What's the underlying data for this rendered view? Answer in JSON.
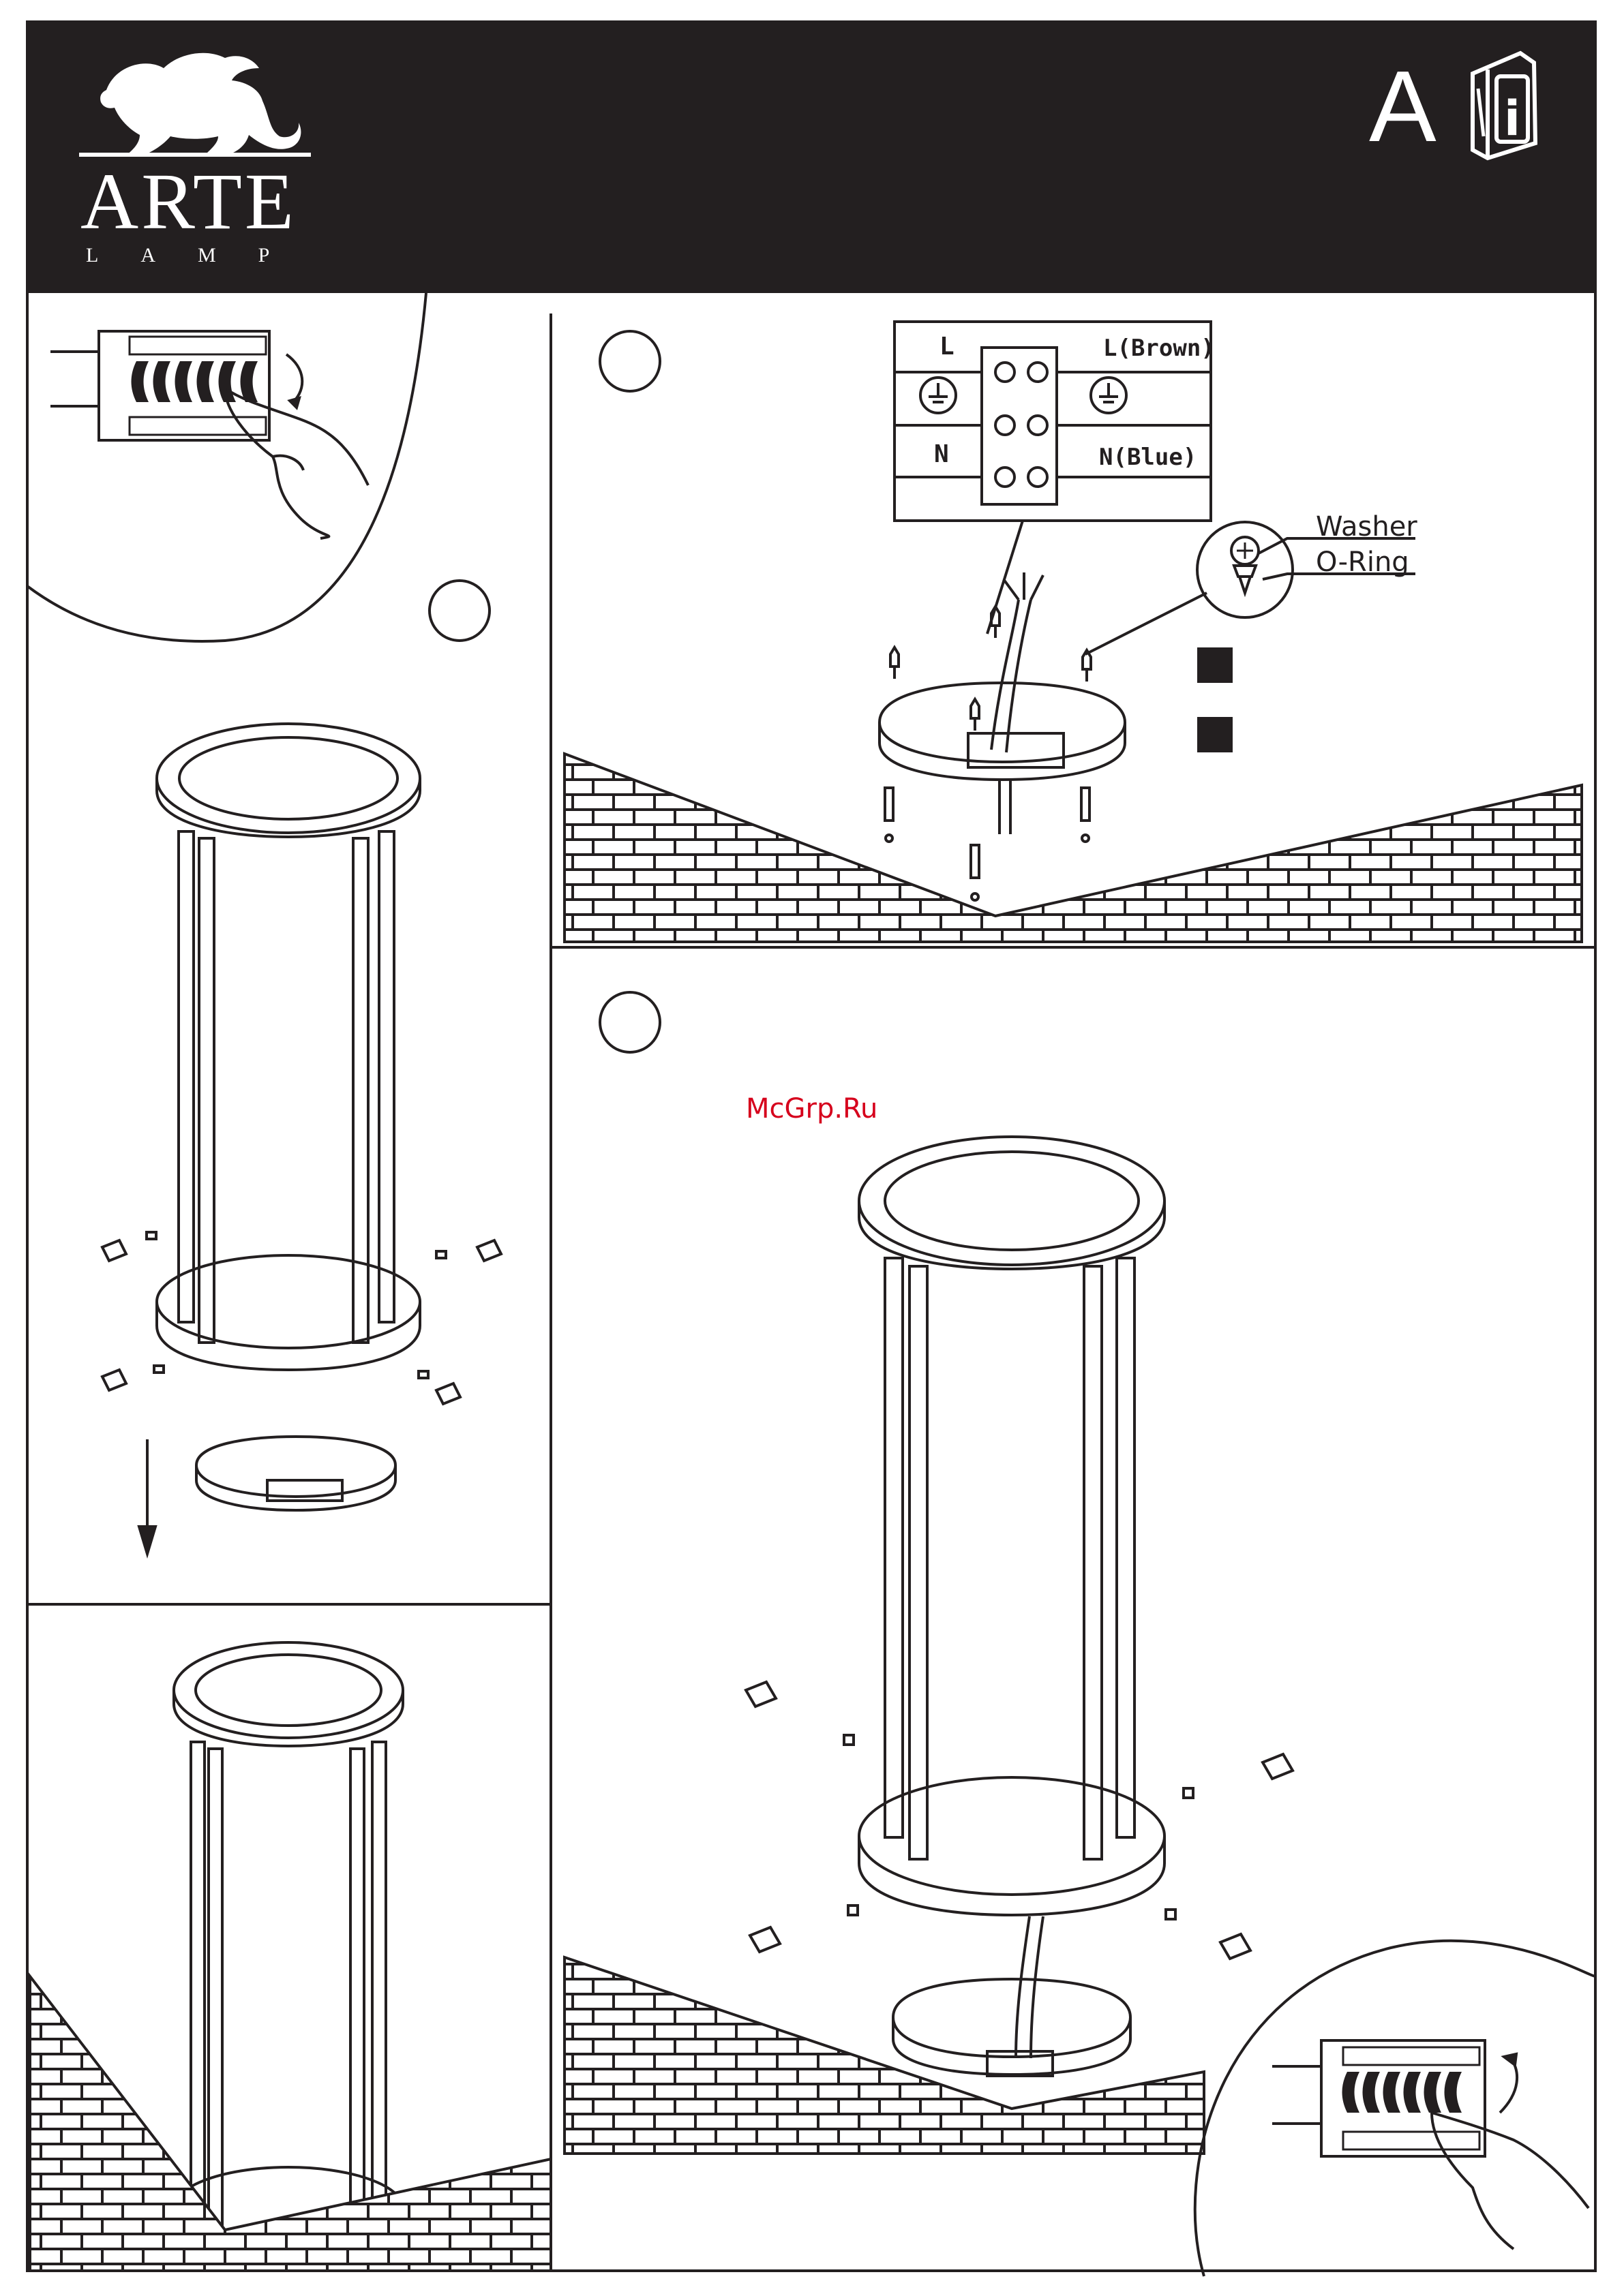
{
  "brand": {
    "name": "ARTE",
    "subname": "LAMP"
  },
  "manual": {
    "letter": "A",
    "info_icon": "manual-info-icon"
  },
  "terminal_block": {
    "top_left": "L",
    "top_right": "L(Brown)",
    "bottom_left": "N",
    "bottom_right": "N(Blue)",
    "ground_icon": "ground-symbol-icon"
  },
  "parts": {
    "washer": "Washer",
    "o_ring": "O-Ring"
  },
  "watermark": "McGrp.Ru",
  "colors": {
    "ink": "#231f20",
    "paper": "#ffffff",
    "watermark": "#d6001c"
  }
}
